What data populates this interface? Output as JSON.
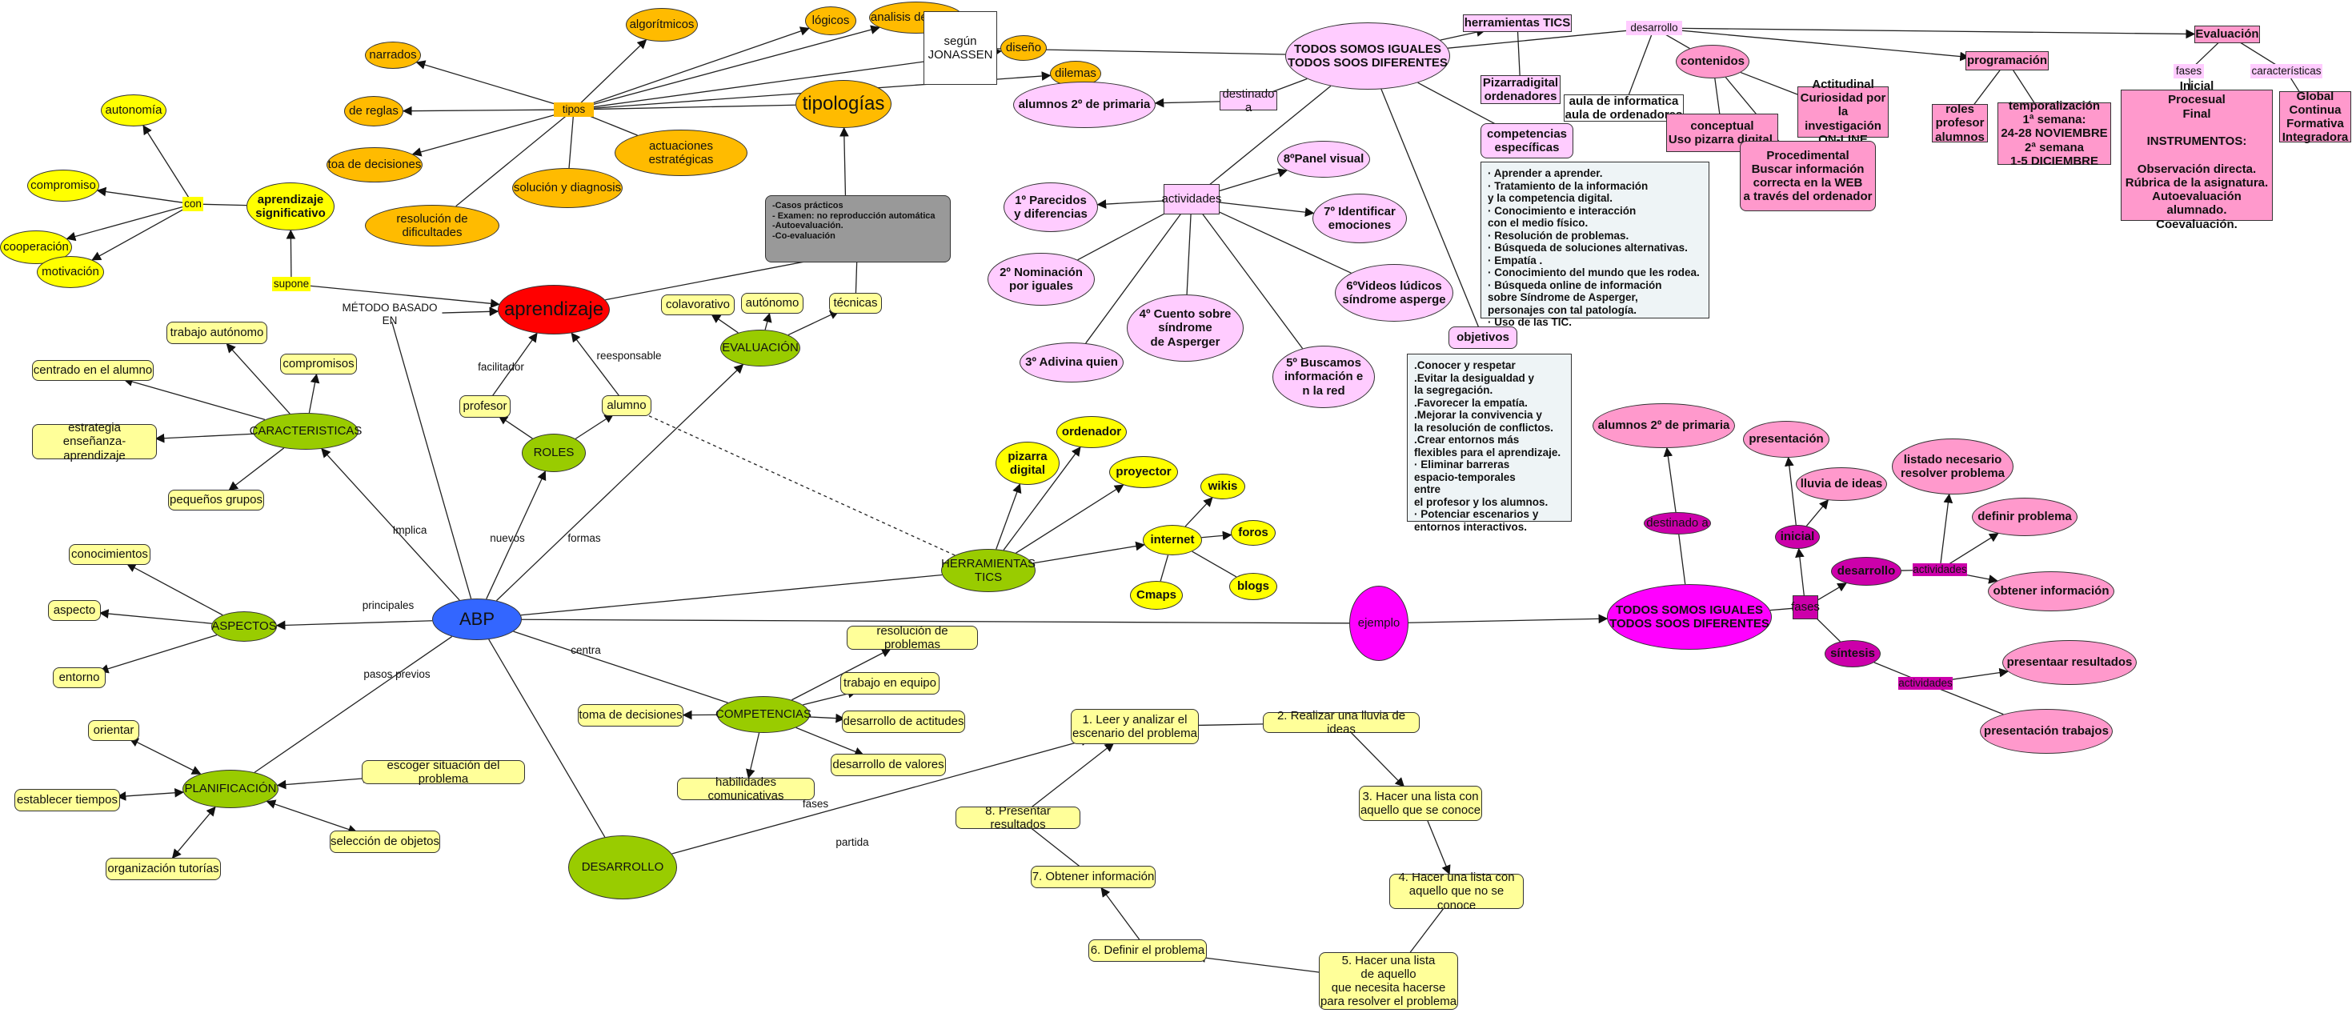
{
  "nodes": {
    "abp": "ABP",
    "aprendizaje": "aprendizaje",
    "tipologias": "tipologías",
    "tipos": "tipos",
    "basado_en": "basado en",
    "algoritmicos": "algorítmicos",
    "logicos": "lógicos",
    "analisis_casos": "analisis de casos",
    "diseno": "diseño",
    "dilemas": "dilemas",
    "narrados": "narrados",
    "de_reglas": "de reglas",
    "toa_decisiones": "toa de decisiones",
    "resolucion_dificultades": "resolución de dificultades",
    "solucion_diagnosis": "solución y diagnosis",
    "actuaciones": "actuaciones estratégicas",
    "segun_jonassen": "según\nJONASSEN",
    "metodo_basado": "MÉTODO BASADO EN",
    "supone": "supone",
    "aprendizaje_significativo": "aprendizaje\nsignificativo",
    "con": "con",
    "autonomia": "autonomía",
    "compromiso": "compromiso",
    "cooperacion": "cooperación",
    "motivacion": "motivación",
    "facilitador": "facilitador",
    "reesponsable": "reesponsable",
    "profesor": "profesor",
    "alumno": "alumno",
    "roles": "ROLES",
    "nuevos": "nuevos",
    "formas": "formas",
    "evaluacion": "EVALUACIÓN",
    "colavorativo": "colavorativo",
    "autonomo": "autónomo",
    "tecnicas": "técnicas",
    "tecnicas_box": "-Casos prácticos\n- Examen: no reproducción automática\n-Autoevaluación.\n-Co-evaluación",
    "caracteristicas": "CARACTERISTICAS",
    "implica": "Implica",
    "trabajo_autonomo": "trabajo autónomo",
    "compromisos": "compromisos",
    "centrado_alumno": "centrado en el alumno",
    "estrategia": "estrategia\nenseñanza-aprendizaje",
    "pequenos_grupos": "pequeños grupos",
    "aspectos": "ASPECTOS",
    "principales": "principales",
    "conocimientos": "conocimientos",
    "aspecto": "aspecto",
    "entorno": "entorno",
    "planificacion": "PLANIFICACIÓN",
    "pasos_previos": "pasos previos",
    "orientar": "orientar",
    "establecer_tiempos": "establecer tiempos",
    "organizacion_tutorias": "organización tutorías",
    "escoger_situacion": "escoger situación del problema",
    "seleccion_objetos": "selección de objetos",
    "centra": "centra",
    "competencias": "COMPETENCIAS",
    "resolucion_problemas": "resolución de problemas",
    "trabajo_equipo": "trabajo en equipo",
    "toma_decisiones": "toma de decisiones",
    "desarrollo_actitudes": "desarrollo de actitudes",
    "desarrollo_valores": "desarrollo de valores",
    "habilidades": "habilidades comunicativas",
    "fases": "fases",
    "desarrollo": "DESARROLLO",
    "partida": "partida",
    "paso1": "1. Leer y analizar el\nescenario del problema",
    "paso2": "2. Realizar una lluvia de ideas",
    "paso3": "3. Hacer una lista con\naquello que se conoce",
    "paso4": "4. Hacer una lista con\naquello que no se conoce",
    "paso5": "5. Hacer una lista\nde aquello\nque necesita hacerse\npara  resolver el problema",
    "paso6": "6. Definir el problema",
    "paso7": "7. Obtener información",
    "paso8": "8. Presentar resultados",
    "herramientas": "HERRAMIENTAS\nTICS",
    "pizarra_digital": "pizarra\ndigital",
    "ordenador": "ordenador",
    "proyector": "proyector",
    "internet": "internet",
    "wikis": "wikis",
    "foros": "foros",
    "blogs": "blogs",
    "cmaps": "Cmaps",
    "ejemplo": "ejemplo",
    "todos_iguales": "TODOS SOMOS IGUALES\nTODOS SOOS DIFERENTES",
    "todos_iguales_bottom": "TODOS SOMOS IGUALES\nTODOS SOOS DIFERENTES",
    "destinado_a": "destinado a",
    "alumnos_2_primaria": "alumnos 2º de primaria",
    "actividades": "actividades",
    "act_1": "1º Parecidos\ny diferencias",
    "act_2": "2º Nominación\npor iguales",
    "act_3": "3º Adivina quien",
    "act_4": "4º Cuento sobre\nsíndrome\nde Asperger",
    "act_5": "5º Buscamos\ninformación e\nn la red",
    "act_6": "6ºVideos lúdicos\nsíndrome asperge",
    "act_7": "7º Identificar\nemociones",
    "act_8": "8ºPanel visual",
    "herramientas_tics": "herramientas TICS",
    "pizarradigital_ordenadores": "Pizarradigital\nordenadores",
    "aula_informatica": "aula de informatica\naula de ordenadores",
    "desarrollo_label": "desarrollo",
    "contenidos": "contenidos",
    "conceptual": "conceptual\nUso pizarra digital.",
    "actitudinal": "Actitudinal\nCuriosidad por\nla investigación\nON-LINE",
    "procedimental": "Procedimental\nBuscar información\ncorrecta en la WEB\na través del ordenador",
    "competencias_especificas": "competencias\nespecíficas",
    "competencias_box": "· Aprender a aprender.\n· Tratamiento de la información\n y la competencia digital.\n· Conocimiento e interacción\ncon el medio físico.\n· Resolución de problemas.\n· Búsqueda de soluciones alternativas.\n· Empatía .\n· Conocimiento del mundo que les rodea.\n· Búsqueda online de información\nsobre Síndrome de Asperger,\npersonajes con tal patología.\n· Uso de las TIC.",
    "objetivos": "objetivos",
    "objetivos_box": ".Conocer y respetar\n.Evitar la desigualdad y\nla segregación.\n.Favorecer la empatía.\n.Mejorar la convivencia y\nla resolución de conflictos.\n.Crear entornos más\nflexibles para el aprendizaje.\n· Eliminar barreras\nespacio-temporales\n entre\nel profesor y los alumnos.\n· Potenciar escenarios y\n entornos interactivos.",
    "programacion": "programación",
    "roles_prof": "roles\nprofesor\nalumnos",
    "temporalizacion": "temporalización\n1ª semana:\n24-28 NOVIEMBRE\n2ª semana\n1-5 DICIEMBRE",
    "evaluacion_right": "Evaluación",
    "fases_right": "fases",
    "caracteristicas_right": "características",
    "eval_box": "Inicial\nProcesual\nFinal\n\nINSTRUMENTOS:\n\nObservación directa.\nRúbrica de la asignatura.\nAutoevaluación alumnado.\nCoevaluación.",
    "global_box": "Global\nContinua\nFormativa\nIntegradora",
    "destinado_bottom": "destinado a",
    "alumnos_bottom": "alumnos 2º de primaria",
    "fases_bottom": "fases",
    "inicial": "inicial",
    "presentacion": "presentación",
    "lluvia_ideas": "lluvia de ideas",
    "desarrollo_bottom": "desarrollo",
    "actividades_bottom": "actividades",
    "listado": "listado necesario\nresolver problema",
    "definir": "definir problema",
    "obtener": "obtener información",
    "sintesis": "síntesis",
    "actividades_bottom2": "actividades",
    "presentaar": "presentaar resultados",
    "presentacion_trabajos": "presentación trabajos"
  },
  "colors": {
    "blue": "#3366ff",
    "red": "#ff0000",
    "green": "#99cc00",
    "orange": "#ffbb00",
    "lightyellow": "#ffff99",
    "yellow": "#ffff00",
    "pink_light": "#ffccff",
    "pink": "#ff99cc",
    "magenta": "#ff00ff",
    "purple": "#cc00aa",
    "gray": "#999999",
    "paleblue": "#eef4f6"
  }
}
